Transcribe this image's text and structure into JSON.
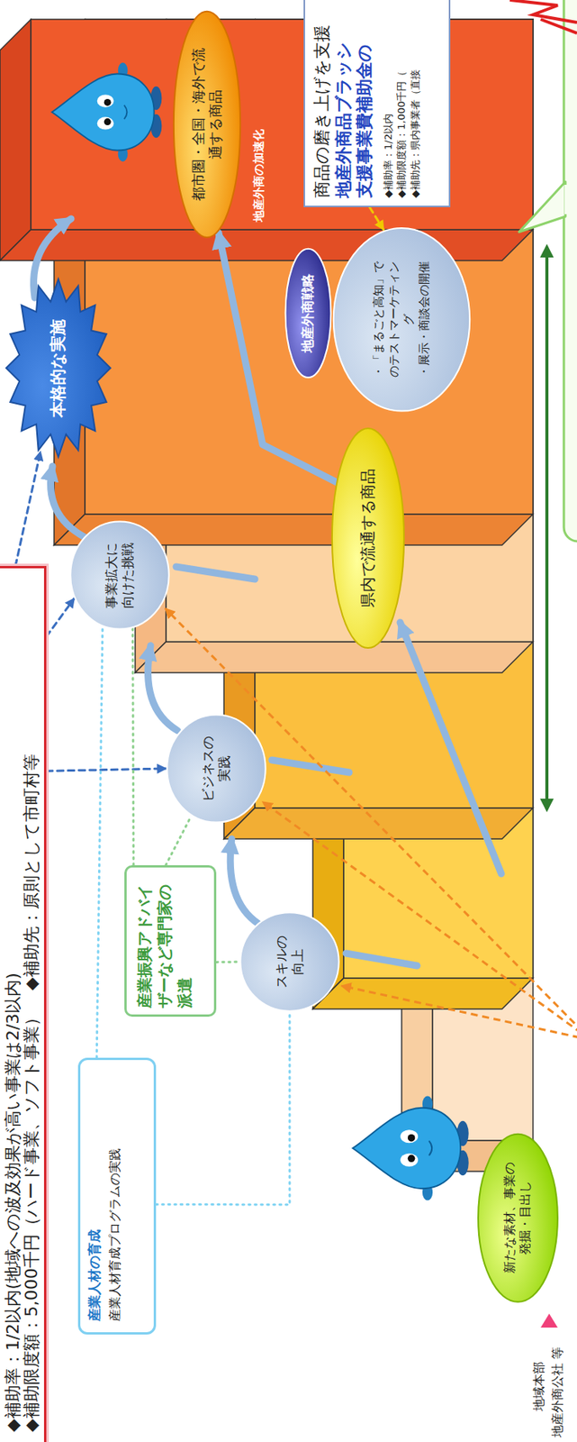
{
  "diagram": {
    "nodes": [
      {
        "text": [
          "◆補助率：1/2以内(地域への波及効果が高い事業は2/3以内)",
          "◆補助限度額：5,000千円（ハード事業、ソフト事業）",
          "◆補助先：原則として市町村等"
        ]
      },
      {
        "text": [
          "本格的な実施"
        ]
      },
      {
        "text": [
          "産業人材の育成",
          "産業人材育成プログラムの実践"
        ]
      },
      {
        "text": [
          "産業振興アドバイザーなど専門家の派遣"
        ]
      },
      {
        "text": [
          "スキルの向上"
        ]
      },
      {
        "text": [
          "ビジネスの実践"
        ]
      },
      {
        "text": [
          "事業拡大に向けた挑戦"
        ]
      },
      {
        "text": [
          "新たな素材、事業の発掘・目出し"
        ]
      },
      {
        "text": [
          "県内で流通する商品"
        ]
      },
      {
        "text": [
          "地産外商戦略"
        ]
      },
      {
        "text": [
          "・「まるごと高知」でのテストマーケティング",
          "・展示・商談会の開催"
        ]
      },
      {
        "text": [
          "都市圏・全国・海外で流通する商品"
        ]
      },
      {
        "text": [
          "商品の磨き上げを支援",
          "地産外商品ブラッシ",
          "支援事業費補助金の",
          "◆補助率：1/2以内",
          "◆補助限度額：1,000千円（",
          "◆補助先：県内事業者（直接"
        ]
      }
    ],
    "edges": [
      {
        "from": 0,
        "to": 1,
        "arrow": "to"
      },
      {
        "from": 0,
        "to": 6,
        "arrow": "to"
      },
      {
        "from": 0,
        "to": 5,
        "arrow": "to"
      },
      {
        "from": 8,
        "to": 11,
        "arrow": "to"
      },
      {
        "from": 12,
        "to": 10,
        "arrow": "to"
      },
      {
        "from": 2,
        "to": 4,
        "arrow": "none"
      },
      {
        "from": 2,
        "to": 6,
        "arrow": "none"
      },
      {
        "from": 3,
        "to": 4,
        "arrow": "none"
      },
      {
        "from": 3,
        "to": 5,
        "arrow": "none"
      },
      {
        "from": 3,
        "to": 6,
        "arrow": "none"
      }
    ],
    "labels": [
      "地産外商の加速化",
      "地域本部",
      "地産外商公社 等"
    ]
  }
}
